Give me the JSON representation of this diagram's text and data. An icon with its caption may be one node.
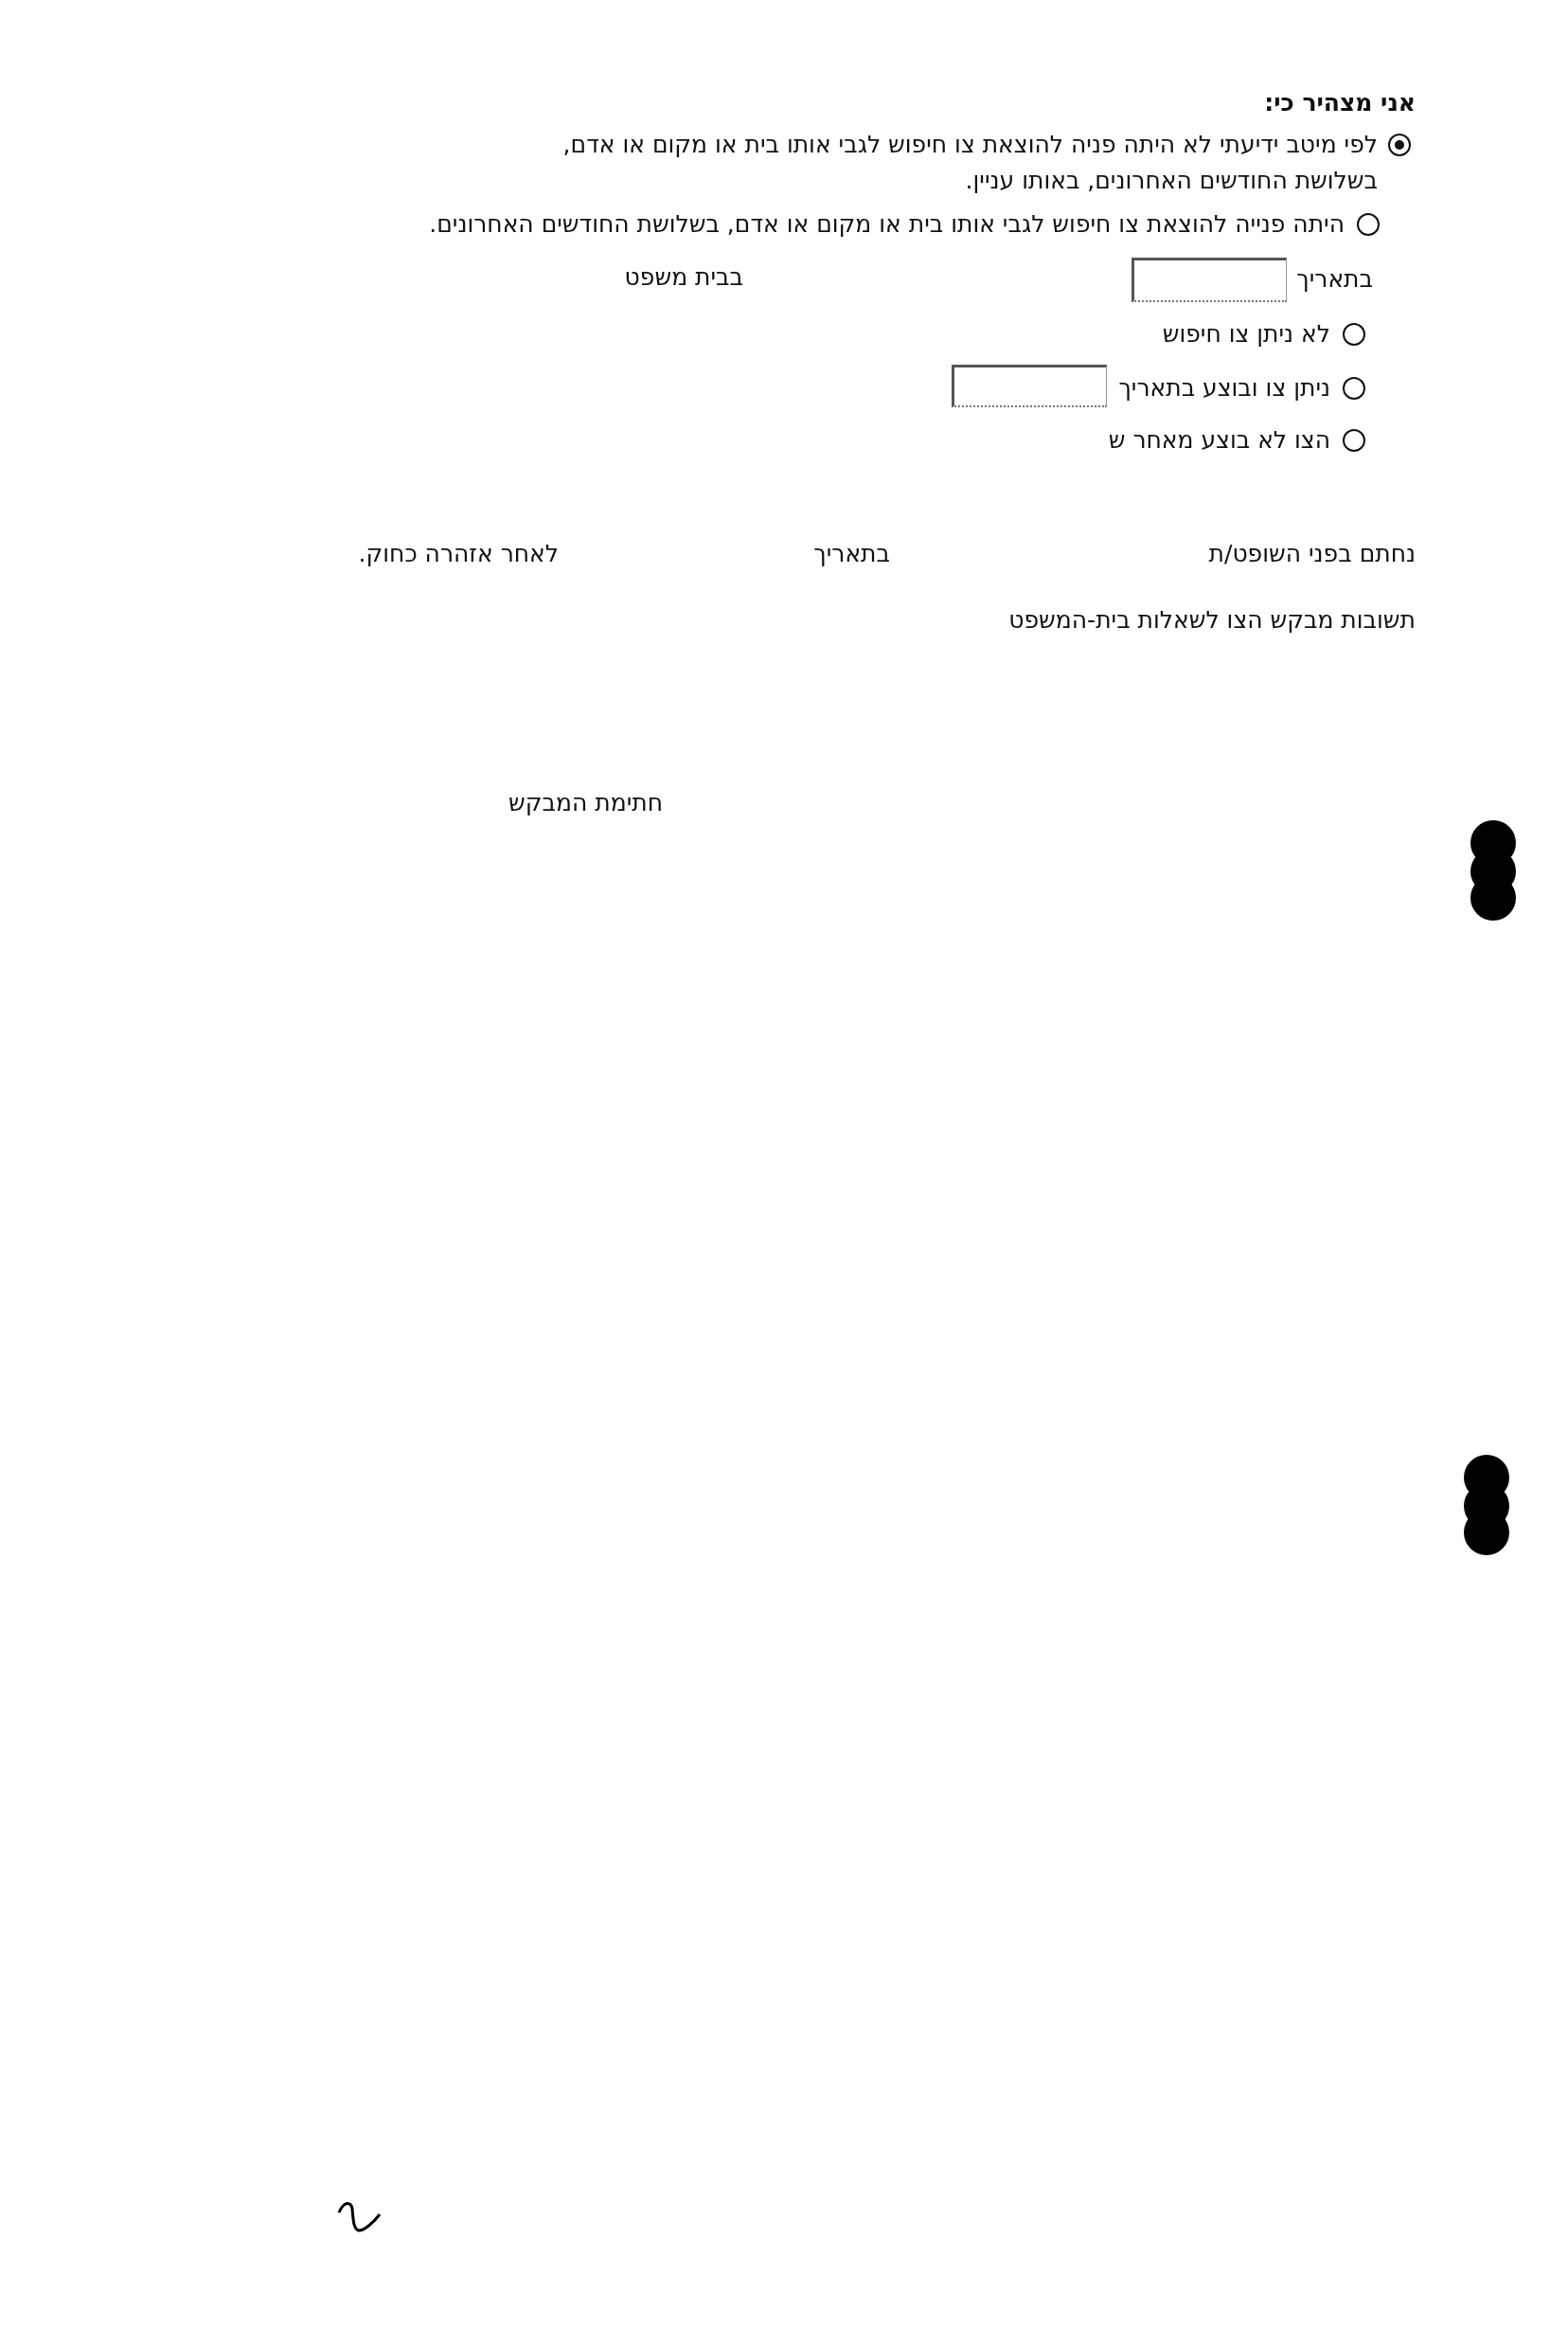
{
  "diagram": {
    "labels": [
      "אני מצהיר כי:",
      "לפי מיטב ידיעתי לא היתה פניה להוצאת צו חיפוש לגבי אותו בית או מקום או אדם, בשלושת החודשים האחרונים, באותו עניין.",
      "היתה פנייה להוצאת צו חיפוש לגבי אותו בית או מקום או אדם, בשלושת החודשים האחרונים.",
      "בתאריך",
      "בבית משפט",
      "לא ניתן צו חיפוש",
      "ניתן צו ובוצע בתאריך",
      "הצו לא בוצע מאחר ש",
      "נחתם בפני השופט/ת",
      "בתאריך",
      "לאחר אזהרה כחוק.",
      "תשובות מבקש הצו לשאלות בית-המשפט",
      "חתימת המבקש"
    ]
  }
}
